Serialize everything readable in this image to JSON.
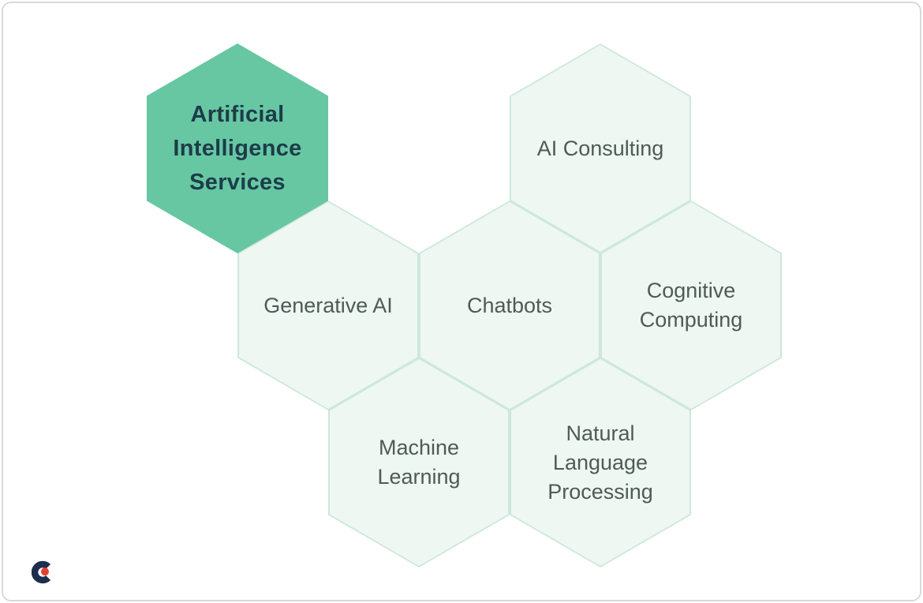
{
  "frame": {
    "background": "#ffffff",
    "border_color": "#d9d9d9"
  },
  "hexagons": [
    {
      "id": "artificial-intelligence-services",
      "label": "Artificial\nIntelligence\nServices",
      "variant": "primary",
      "fill": "#67c7a2",
      "text_color": "#1d3c4a"
    },
    {
      "id": "ai-consulting",
      "label": "AI Consulting",
      "variant": "light",
      "fill": "#eef7f2",
      "border_color": "#cde8da",
      "text_color": "#4e5b58"
    },
    {
      "id": "generative-ai",
      "label": "Generative AI",
      "variant": "light",
      "fill": "#eef7f2",
      "border_color": "#cde8da",
      "text_color": "#4e5b58"
    },
    {
      "id": "chatbots",
      "label": "Chatbots",
      "variant": "light",
      "fill": "#eef7f2",
      "border_color": "#cde8da",
      "text_color": "#4e5b58"
    },
    {
      "id": "cognitive-computing",
      "label": "Cognitive\nComputing",
      "variant": "light",
      "fill": "#eef7f2",
      "border_color": "#cde8da",
      "text_color": "#4e5b58"
    },
    {
      "id": "machine-learning",
      "label": "Machine\nLearning",
      "variant": "light",
      "fill": "#eef7f2",
      "border_color": "#cde8da",
      "text_color": "#4e5b58"
    },
    {
      "id": "natural-language-processing",
      "label": "Natural\nLanguage\nProcessing",
      "variant": "light",
      "fill": "#eef7f2",
      "border_color": "#cde8da",
      "text_color": "#4e5b58"
    }
  ],
  "logo": {
    "name": "Creately",
    "mark_color": "#1e2e4d",
    "dot_color": "#e5402d"
  }
}
